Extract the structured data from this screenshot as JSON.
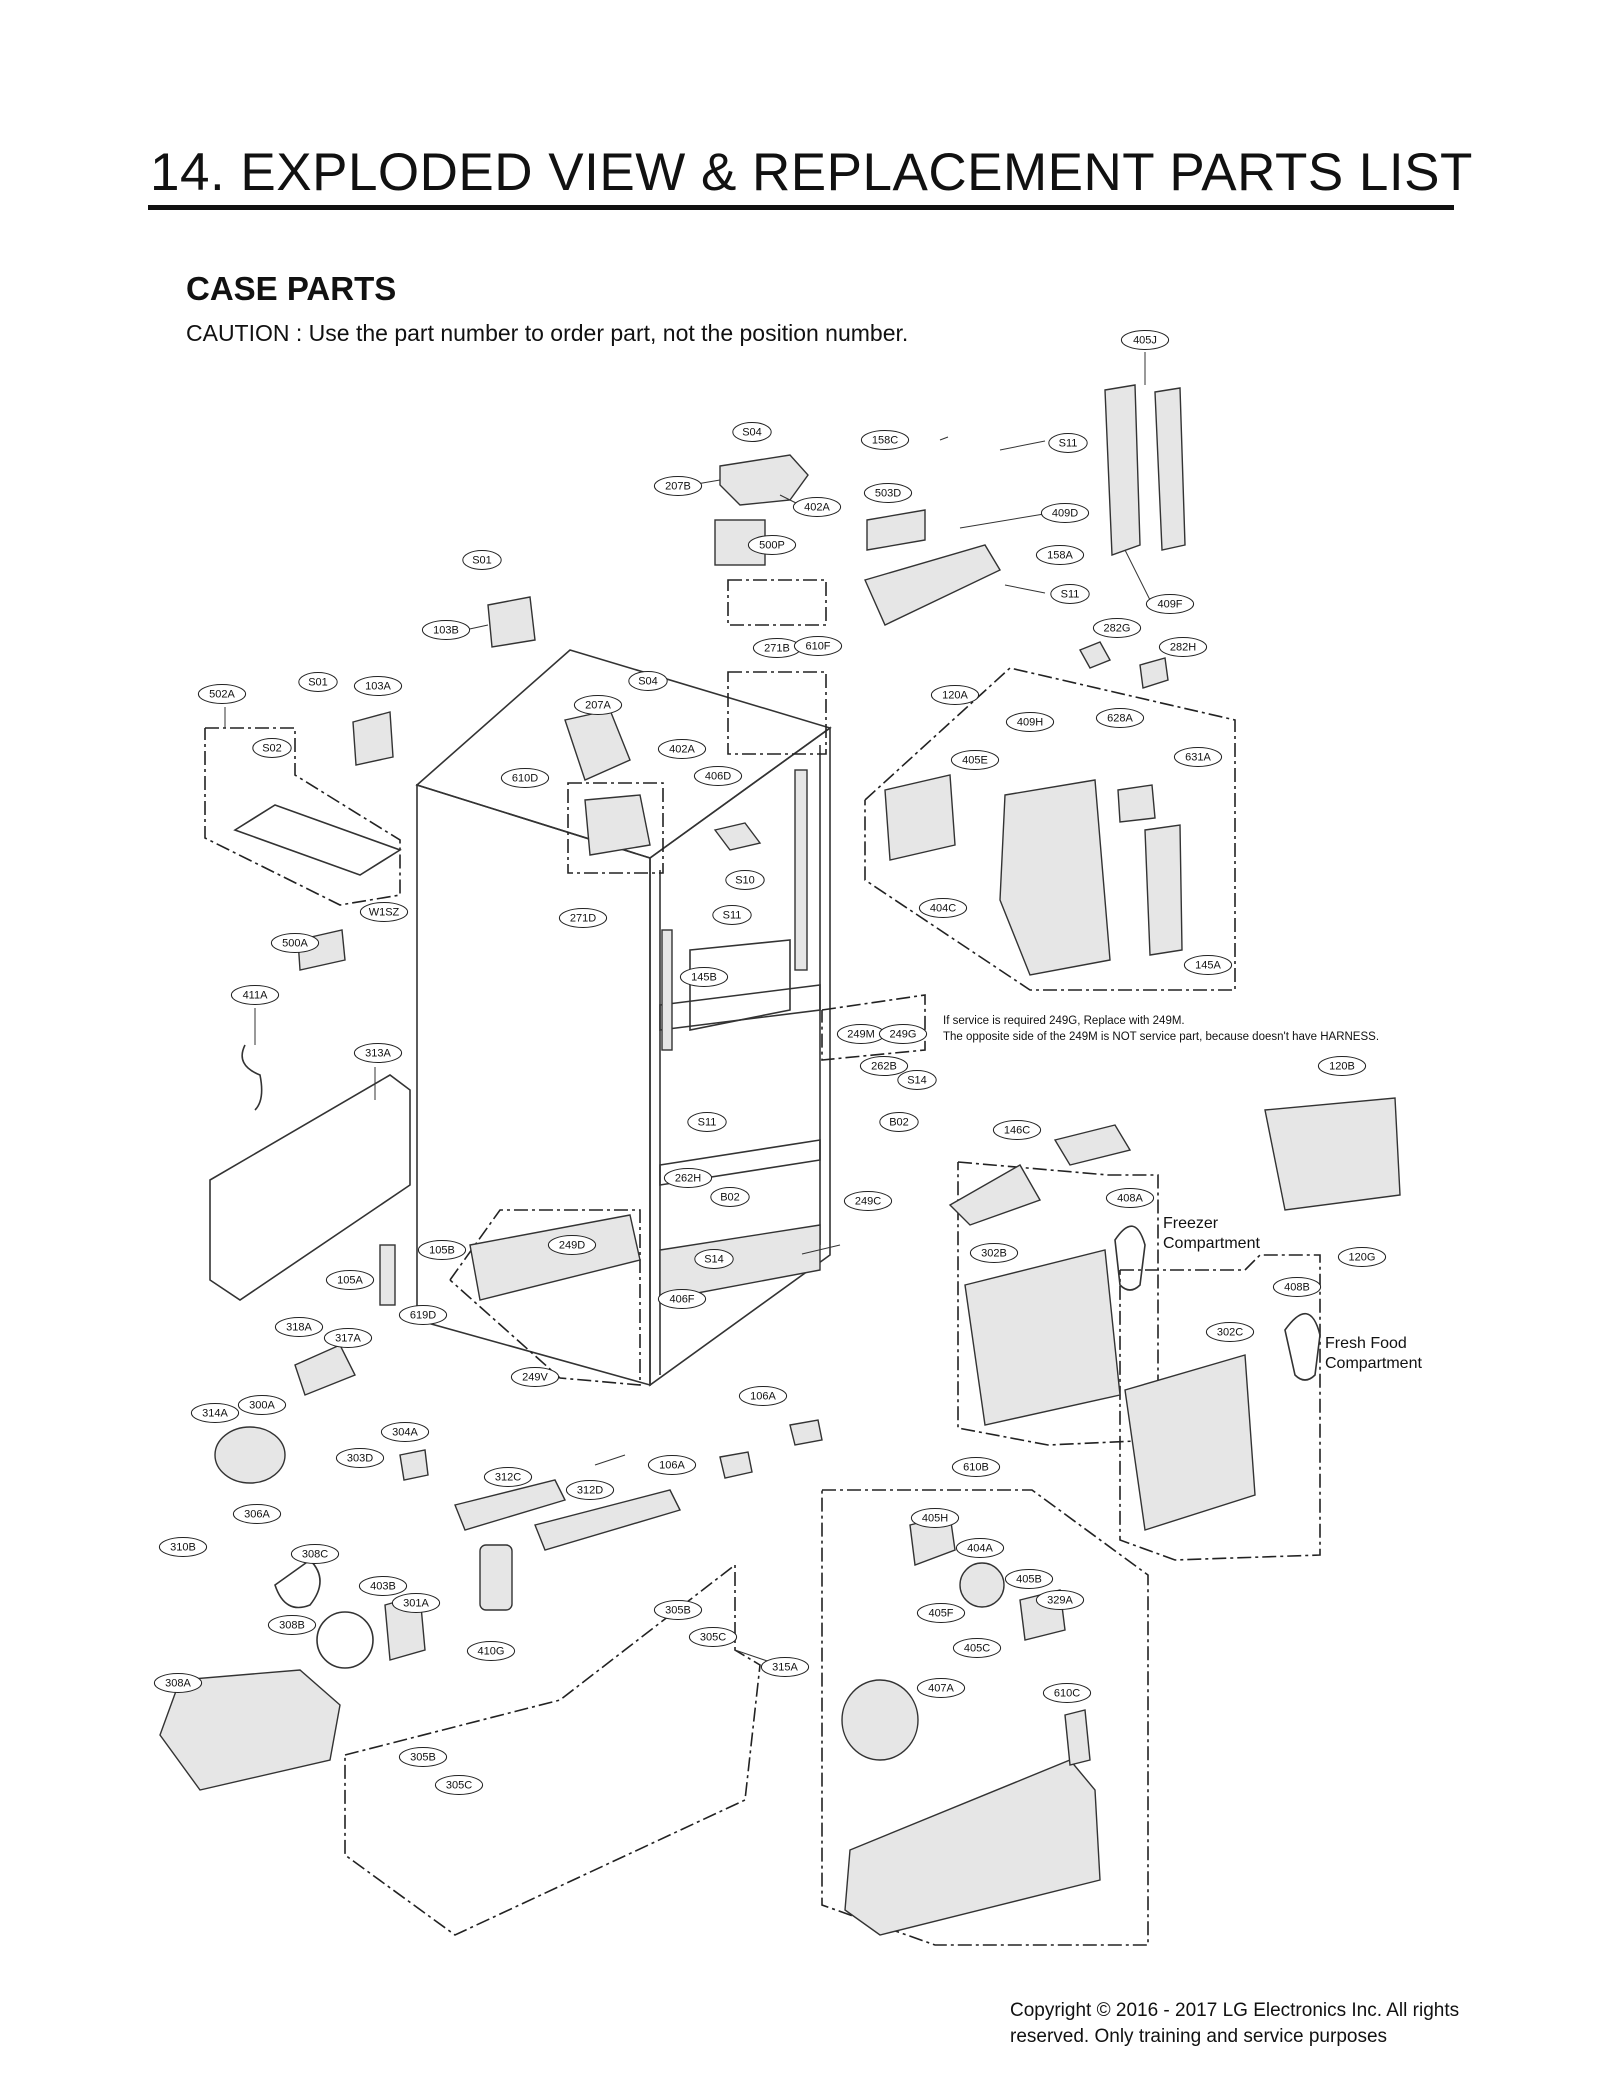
{
  "page": {
    "title": "14. EXPLODED VIEW & REPLACEMENT PARTS LIST",
    "section": "CASE PARTS",
    "caution": "CAUTION : Use the part number to order part, not the position number.",
    "service_note_1": "If service is required 249G, Replace with 249M.",
    "service_note_2": "The opposite side of the 249M is NOT service part, because doesn't have HARNESS.",
    "freezer_label": "Freezer Compartment",
    "freshfood_label": "Fresh Food Compartment",
    "copyright_1": "Copyright © 2016 - 2017 LG Electronics Inc. All rights",
    "copyright_2": "reserved. Only training and service purposes"
  },
  "callouts": [
    "405J",
    "S04",
    "158C",
    "S11",
    "207B",
    "402A",
    "503D",
    "409D",
    "500P",
    "158A",
    "S01",
    "S11",
    "103B",
    "409F",
    "282G",
    "271B",
    "610F",
    "282H",
    "502A",
    "S01",
    "103A",
    "S04",
    "207A",
    "120A",
    "409H",
    "628A",
    "S02",
    "402A",
    "405E",
    "631A",
    "610D",
    "406D",
    "S10",
    "271D",
    "W1SZ",
    "404C",
    "S11",
    "500A",
    "145B",
    "145A",
    "411A",
    "249M",
    "249G",
    "313A",
    "262B",
    "S14",
    "120B",
    "B02",
    "S11",
    "146C",
    "262H",
    "B02",
    "249C",
    "408A",
    "249D",
    "105B",
    "S14",
    "302B",
    "120G",
    "105A",
    "406F",
    "408B",
    "619D",
    "318A",
    "317A",
    "302C",
    "249V",
    "106A",
    "314A",
    "300A",
    "304A",
    "106A",
    "303D",
    "312C",
    "312D",
    "610B",
    "306A",
    "405H",
    "310B",
    "308C",
    "404A",
    "403B",
    "405B",
    "301A",
    "329A",
    "308B",
    "305B",
    "405F",
    "305C",
    "410G",
    "405C",
    "315A",
    "308A",
    "407A",
    "610C",
    "305B",
    "305C"
  ]
}
